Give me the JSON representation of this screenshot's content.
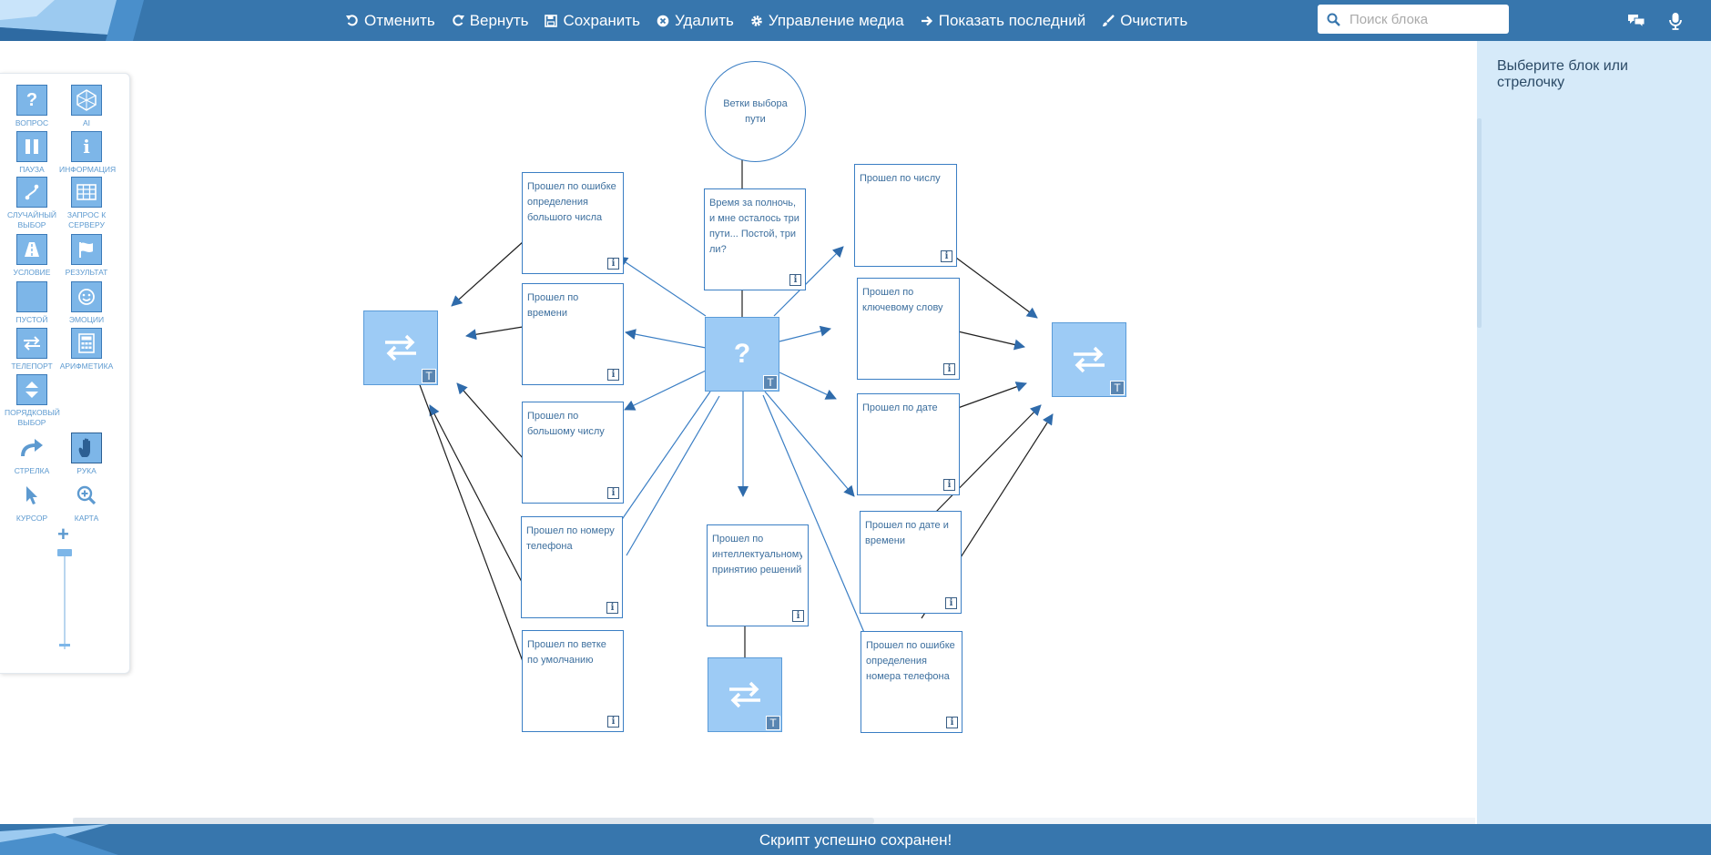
{
  "toolbar": {
    "undo": "Отменить",
    "redo": "Вернуть",
    "save": "Сохранить",
    "delete": "Удалить",
    "media": "Управление медиа",
    "show_last": "Показать последний",
    "clear": "Очистить"
  },
  "search": {
    "placeholder": "Поиск блока"
  },
  "palette": {
    "question": "ВОПРОС",
    "ai": "AI",
    "pause": "ПАУЗА",
    "info": "ИНФОРМАЦИЯ",
    "random": "СЛУЧАЙНЫЙ ВЫБОР",
    "server": "ЗАПРОС К СЕРВЕРУ",
    "condition": "УСЛОВИЕ",
    "result": "РЕЗУЛЬТАТ",
    "empty": "ПУСТОЙ",
    "emotion": "ЭМОЦИИ",
    "teleport": "ТЕЛЕПОРТ",
    "arithmetic": "АРИФМЕТИКА",
    "ordinal": "ПОРЯДКОВЫЙ ВЫБОР",
    "arrow": "СТРЕЛКА",
    "hand": "РУКА",
    "cursor": "КУРСОР",
    "map": "КАРТА"
  },
  "canvas": {
    "start": "Ветки выбора пути",
    "intro": "Время за полночь, и мне осталось три пути... Постой, три ли?",
    "big_error": "Прошел по ошибке определения большого числа",
    "by_time": "Прошел по времени",
    "by_big_number": "Прошел по большому числу",
    "by_phone": "Прошел по номеру телефона",
    "by_default": "Прошел по ветке по умолчанию",
    "by_number": "Прошел по числу",
    "by_keyword": "Прошел по ключевому слову",
    "by_date": "Прошел по дате",
    "by_datetime": "Прошел по дате и времени",
    "phone_error": "Прошел по ошибке определения номера телефона",
    "by_ai": "Прошел по интеллектуальному принятию решений",
    "t_badge": "T",
    "question_mark": "?"
  },
  "right_panel": {
    "hint": "Выберите блок или стрелочку"
  },
  "status": {
    "message": "Скрипт успешно сохранен!"
  },
  "colors": {
    "bar": "#3776ad",
    "panel": "#d6eaf9",
    "node_border": "#3a7ec4",
    "blue_node": "#9dcbf5",
    "link_blue": "#3a7ec4",
    "link_dark": "#222222"
  }
}
